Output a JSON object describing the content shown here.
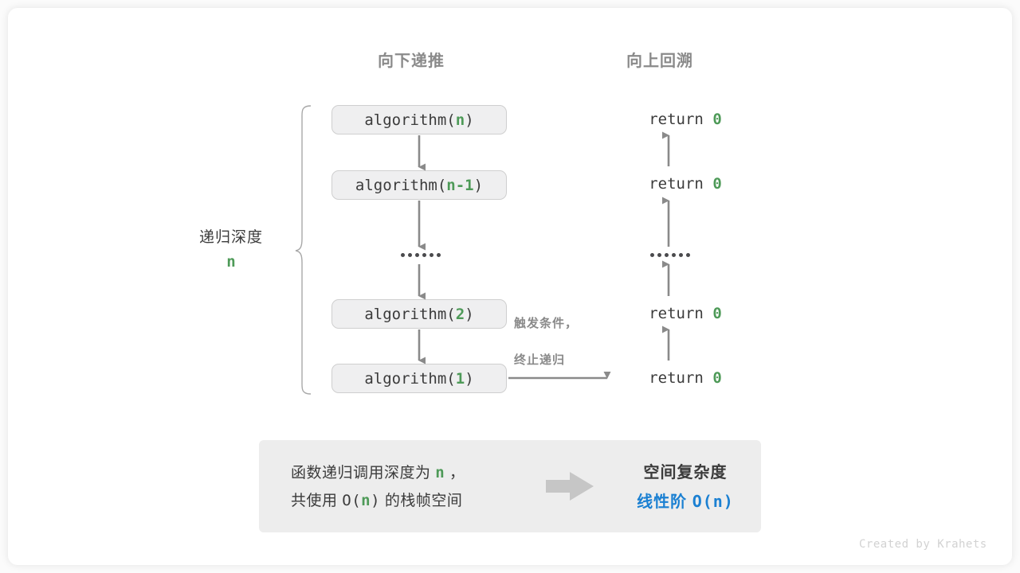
{
  "headers": {
    "down": "向下递推",
    "up": "向上回溯"
  },
  "depth": {
    "label": "递归深度",
    "value": "n"
  },
  "call_stack": [
    {
      "fn": "algorithm(",
      "arg": "n",
      "close": ")"
    },
    {
      "fn": "algorithm(",
      "arg": "n-1",
      "close": ")"
    },
    {
      "fn": "algorithm(",
      "arg": "2",
      "close": ")"
    },
    {
      "fn": "algorithm(",
      "arg": "1",
      "close": ")"
    }
  ],
  "returns": [
    {
      "keyword": "return",
      "value": "0"
    },
    {
      "keyword": "return",
      "value": "0"
    },
    {
      "keyword": "return",
      "value": "0"
    },
    {
      "keyword": "return",
      "value": "0"
    }
  ],
  "ellipsis": "••••••",
  "note": {
    "line1": "触发条件，",
    "line2": "终止递归"
  },
  "summary": {
    "left_line1_a": "函数递归调用深度为 ",
    "left_line1_hl": "n",
    "left_line1_b": " ，",
    "left_line2_a": "共使用 ",
    "left_line2_mono_open": "O(",
    "left_line2_hl": "n",
    "left_line2_mono_close": ")",
    "left_line2_b": " 的栈帧空间",
    "arrow": "right-arrow-icon",
    "title": "空间复杂度",
    "result_label": "线性阶",
    "result_value": "O(n)"
  },
  "footer": "Created by Krahets",
  "colors": {
    "accent_green": "#4e9a58",
    "accent_blue": "#1b80d2",
    "box_fill": "#efeff0",
    "box_border": "#cfcfcf",
    "arrow_gray": "#8a8a8a",
    "panel_fill": "#ededed",
    "text_dark": "#3b3b3b",
    "text_gray": "#8a8a8a"
  }
}
